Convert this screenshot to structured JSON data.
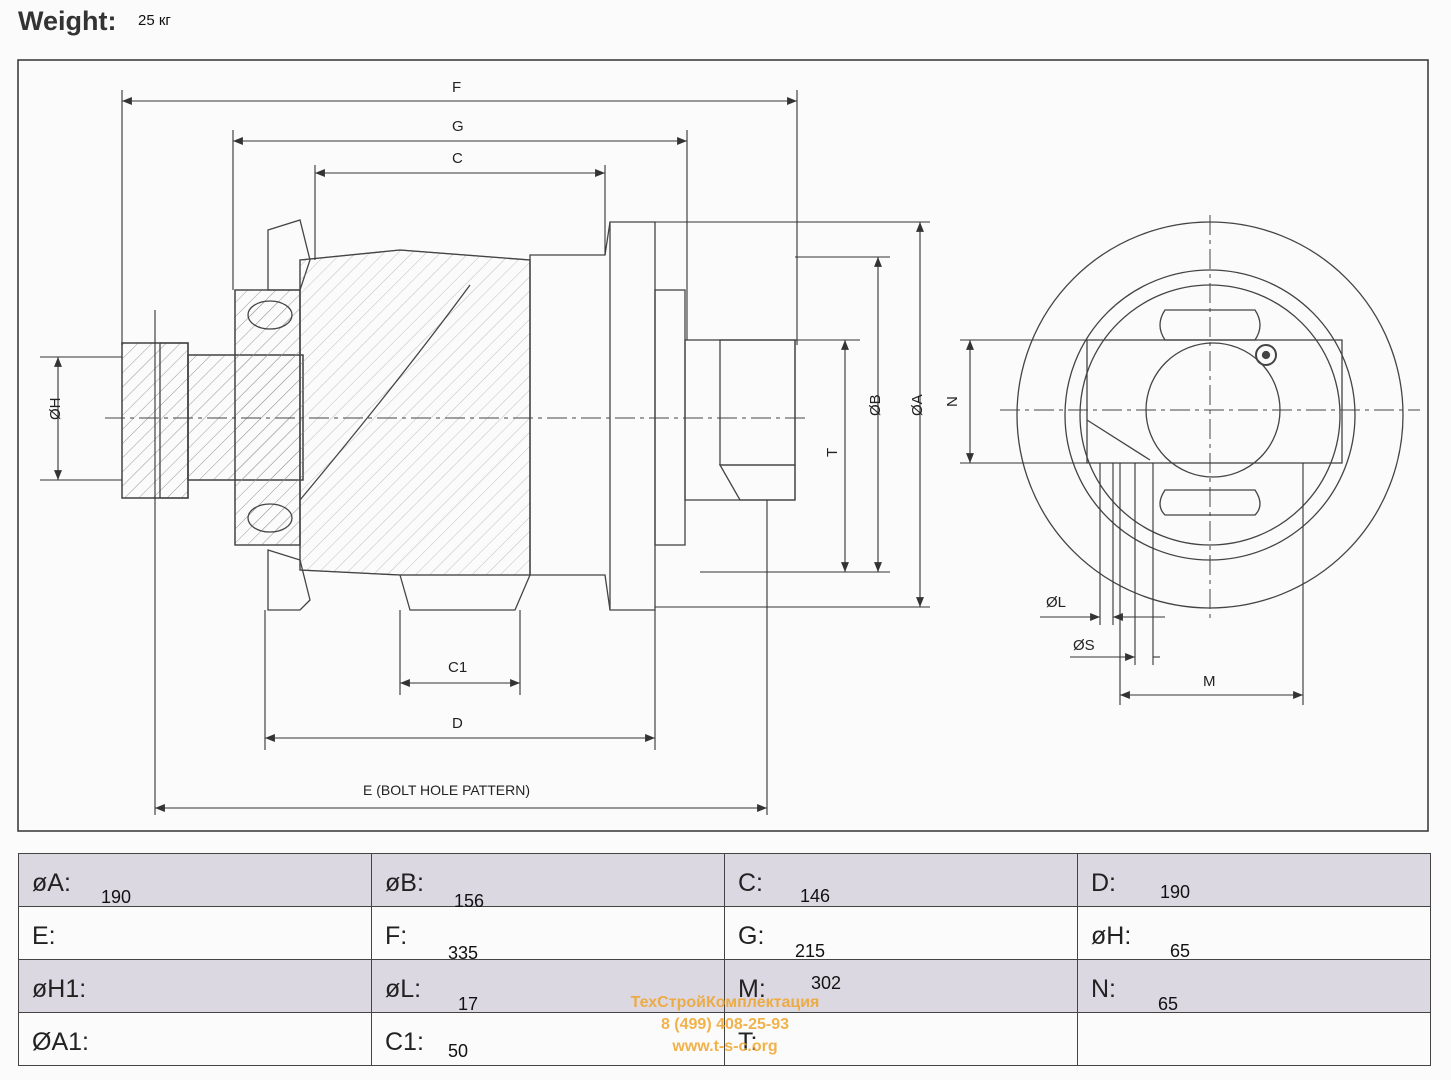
{
  "header": {
    "weight_label": "Weight:",
    "weight_value": "25 кг"
  },
  "drawing": {
    "labels": {
      "F": "F",
      "G": "G",
      "C": "C",
      "C1": "C1",
      "D": "D",
      "E": "E (BOLT HOLE PATTERN)",
      "H": "ØH",
      "T": "T",
      "B": "ØB",
      "A": "ØA",
      "N": "N",
      "L": "ØL",
      "S": "ØS",
      "M": "M"
    }
  },
  "specs": {
    "rows": [
      [
        {
          "label": "øA:",
          "value": "190"
        },
        {
          "label": "øB:",
          "value": "156"
        },
        {
          "label": "C:",
          "value": "146"
        },
        {
          "label": "D:",
          "value": "190"
        }
      ],
      [
        {
          "label": "E:",
          "value": ""
        },
        {
          "label": "F:",
          "value": "335"
        },
        {
          "label": "G:",
          "value": "215"
        },
        {
          "label": "øH:",
          "value": "65"
        }
      ],
      [
        {
          "label": "øH1:",
          "value": ""
        },
        {
          "label": "øL:",
          "value": "17"
        },
        {
          "label": "M:",
          "value": "302"
        },
        {
          "label": "N:",
          "value": "65"
        }
      ],
      [
        {
          "label": "ØA1:",
          "value": ""
        },
        {
          "label": "C1:",
          "value": "50"
        },
        {
          "label": "T:",
          "value": ""
        },
        {
          "label": "",
          "value": ""
        }
      ]
    ]
  },
  "watermark": {
    "company": "ТехСтройКомплектация",
    "phone": "8 (499) 408-25-93",
    "site": "www.t-s-c.org"
  },
  "colors": {
    "line": "#333333",
    "shade": "#dcd8e2",
    "watermark": "#f0a020"
  }
}
